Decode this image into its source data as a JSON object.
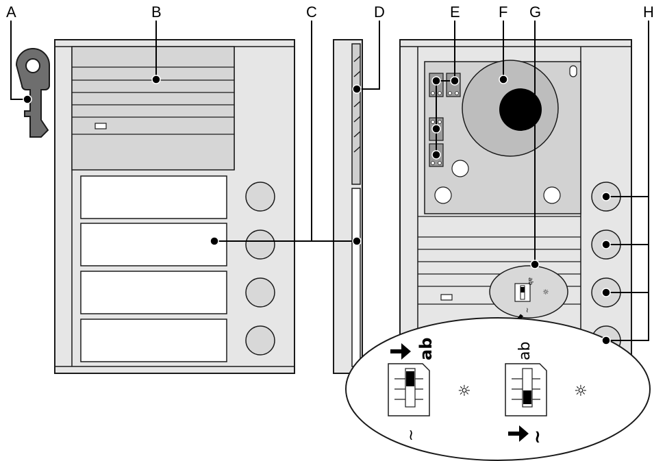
{
  "labels": {
    "a": "A",
    "b": "B",
    "c": "C",
    "d": "D",
    "e": "E",
    "f": "F",
    "g": "G",
    "h": "H"
  },
  "colors": {
    "panel": "#e6e6e6",
    "panel_dark": "#c8c8c8",
    "module": "#d2d2d2",
    "stroke": "#1a1a1a",
    "button": "#d8d8d8",
    "speaker": "#bdbdbd",
    "key": "#6e6e6e",
    "marker": "#000000"
  },
  "icons": {
    "key": "key-icon",
    "brightness": "sun-icon",
    "arrow": "arrow-right-icon",
    "tone_symbol": "tone-symbol-icon",
    "wave_symbol": "wave-symbol-icon"
  }
}
